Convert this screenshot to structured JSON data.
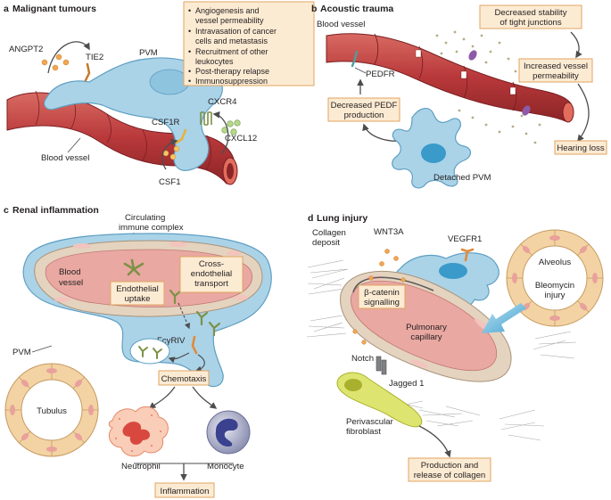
{
  "colors": {
    "vessel": "#b8383a",
    "vessel_dark": "#8c2527",
    "vessel_light": "#d86a62",
    "pvm": "#aad3e8",
    "pvm_stroke": "#5f9fc2",
    "callout_fill": "#fcebd3",
    "callout_stroke": "#e0a462",
    "arrow": "#4d4d4f",
    "receptor_orange": "#e08a3a",
    "receptor_green": "#7d9148",
    "collagen": "#a8a9ac"
  },
  "panel_a": {
    "letter": "a",
    "title": "Malignant tumours",
    "bullets": [
      "Angiogenesis and vessel permeability",
      "Intravasation of cancer cells and metastasis",
      "Recruitment of other leukocytes",
      "Post-therapy relapse",
      "Immunosuppression"
    ],
    "labels": {
      "angpt2": "ANGPT2",
      "tie2": "TIE2",
      "pvm": "PVM",
      "cxcr4": "CXCR4",
      "csf1r": "CSF1R",
      "cxcl12": "CXCL12",
      "blood_vessel": "Blood vessel",
      "csf1": "CSF1"
    }
  },
  "panel_b": {
    "letter": "b",
    "title": "Acoustic trauma",
    "labels": {
      "blood_vessel": "Blood vessel",
      "pedfr": "PEDFR",
      "decreased_stability": "Decreased stability of tight junctions",
      "increased_permeability": "Increased vessel permeability",
      "decreased_pedf": "Decreased PEDF production",
      "hearing_loss": "Hearing loss",
      "detached_pvm": "Detached PVM"
    }
  },
  "panel_c": {
    "letter": "c",
    "title": "Renal inflammation",
    "labels": {
      "circulating_immune_complex": "Circulating immune complex",
      "blood_vessel": "Blood vessel",
      "cross_endothelial_transport": "Cross-endothelial transport",
      "endothelial_uptake": "Endothelial uptake",
      "fcgriv": "FcγRIV",
      "pvm": "PVM",
      "chemotaxis": "Chemotaxis",
      "tubulus": "Tubulus",
      "neutrophil": "Neutrophil",
      "monocyte": "Monocyte",
      "inflammation": "Inflammation"
    }
  },
  "panel_d": {
    "letter": "d",
    "title": "Lung injury",
    "labels": {
      "collagen_deposit": "Collagen deposit",
      "wnt3a": "WNT3A",
      "vegfr1": "VEGFR1",
      "alveolus": "Alveolus",
      "beta_catenin": "β-catenin signalling",
      "bleomycin_injury": "Bleomycin injury",
      "pulmonary_capillary": "Pulmonary capillary",
      "notch": "Notch",
      "jagged1": "Jagged 1",
      "perivascular_fibroblast": "Perivascular fibroblast",
      "production_collagen": "Production and release of collagen"
    }
  }
}
